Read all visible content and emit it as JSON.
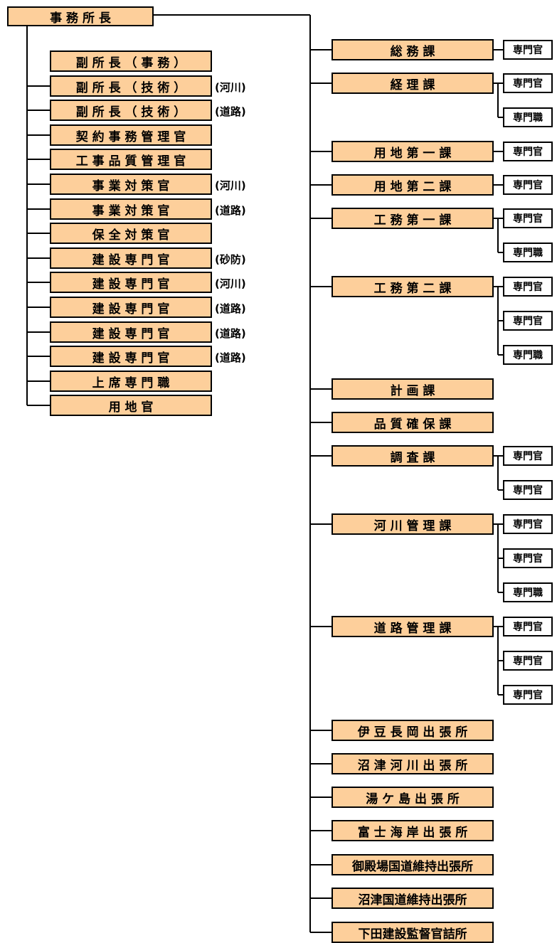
{
  "root": {
    "label": "事 務 所 長"
  },
  "staff": [
    {
      "label": "副 所 長 （ 事 務 ）",
      "note": ""
    },
    {
      "label": "副 所 長 （ 技 術 ）",
      "note": "(河川)"
    },
    {
      "label": "副 所 長 （ 技 術 ）",
      "note": "(道路)"
    },
    {
      "label": "契 約 事 務 管 理 官",
      "note": ""
    },
    {
      "label": "工 事 品 質 管 理 官",
      "note": ""
    },
    {
      "label": "事 業 対 策 官",
      "note": "(河川)"
    },
    {
      "label": "事 業 対 策 官",
      "note": "(道路)"
    },
    {
      "label": "保 全 対 策 官",
      "note": ""
    },
    {
      "label": "建 設 専 門 官",
      "note": "(砂防)"
    },
    {
      "label": "建 設 専 門 官",
      "note": "(河川)"
    },
    {
      "label": "建 設 専 門 官",
      "note": "(道路)"
    },
    {
      "label": "建 設 専 門 官",
      "note": "(道路)"
    },
    {
      "label": "建 設 専 門 官",
      "note": "(道路)"
    },
    {
      "label": "上 席 専 門 職",
      "note": ""
    },
    {
      "label": "用 地 官",
      "note": ""
    }
  ],
  "divisions": [
    {
      "label": "総 務 課",
      "subs": [
        "専門官"
      ]
    },
    {
      "label": "経 理 課",
      "subs": [
        "専門官",
        "専門職"
      ]
    },
    {
      "label": "用 地 第 一 課",
      "subs": [
        "専門官"
      ]
    },
    {
      "label": "用 地 第 二 課",
      "subs": [
        "専門官"
      ]
    },
    {
      "label": "工 務 第 一 課",
      "subs": [
        "専門官",
        "専門職"
      ]
    },
    {
      "label": "工 務 第 二 課",
      "subs": [
        "専門官",
        "専門官",
        "専門職"
      ]
    },
    {
      "label": "計 画 課",
      "subs": []
    },
    {
      "label": "品 質 確 保 課",
      "subs": []
    },
    {
      "label": "調 査 課",
      "subs": [
        "専門官",
        "専門官"
      ]
    },
    {
      "label": "河 川 管 理 課",
      "subs": [
        "専門官",
        "専門官",
        "専門職"
      ]
    },
    {
      "label": "道 路 管 理 課",
      "subs": [
        "専門官",
        "専門官",
        "専門官"
      ]
    },
    {
      "label": "伊 豆 長 岡 出 張 所",
      "subs": []
    },
    {
      "label": "沼 津 河 川 出 張 所",
      "subs": []
    },
    {
      "label": "湯 ケ 島 出 張 所",
      "subs": []
    },
    {
      "label": "富 士 海 岸 出 張 所",
      "subs": []
    },
    {
      "label": "御殿場国道維持出張所",
      "subs": []
    },
    {
      "label": "沼津国道維持出張所",
      "subs": []
    },
    {
      "label": "下田建設監督官詰所",
      "subs": []
    }
  ]
}
